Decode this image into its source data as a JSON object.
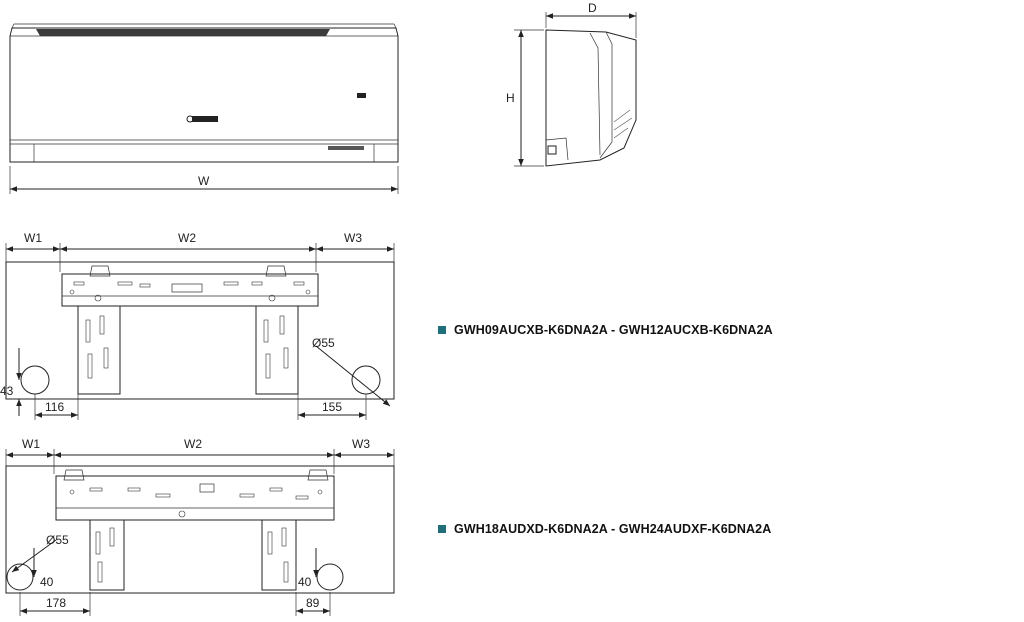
{
  "accent_color": "#1f6f7a",
  "dimension_labels": {
    "width": "W",
    "height": "H",
    "depth": "D",
    "w1": "W1",
    "w2": "W2",
    "w3": "W3"
  },
  "plate_a": {
    "pipe_hole": "Ø55",
    "left_height": "43",
    "left_offset": "116",
    "right_offset": "155"
  },
  "plate_b": {
    "pipe_hole": "Ø55",
    "left_height": "40",
    "right_height": "40",
    "left_offset": "178",
    "right_offset": "89"
  },
  "models": [
    {
      "label": "GWH09AUCXB-K6DNA2A - GWH12AUCXB-K6DNA2A"
    },
    {
      "label": "GWH18AUDXD-K6DNA2A - GWH24AUDXF-K6DNA2A"
    }
  ]
}
